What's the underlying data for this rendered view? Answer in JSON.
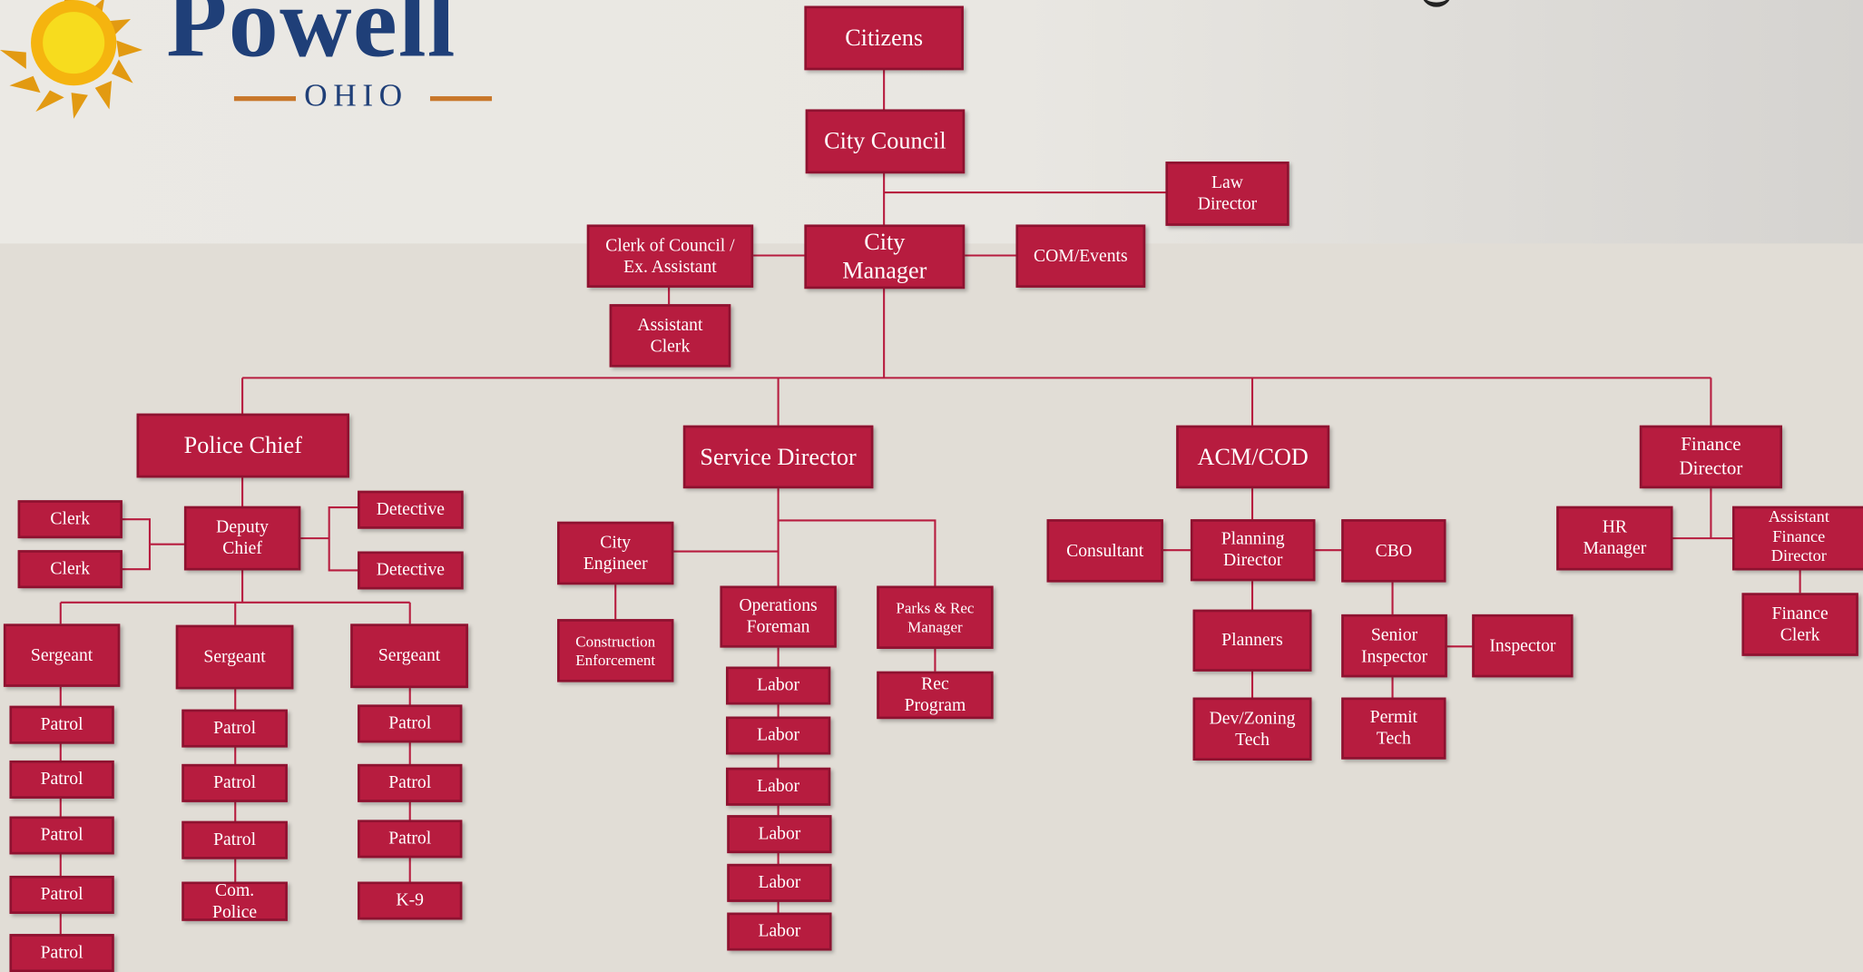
{
  "logo": {
    "name": "Powell",
    "sub": "OHIO",
    "colors": {
      "word": "#1f3f78",
      "rule": "#c8772a",
      "sun": "#f2c200"
    },
    "icon": "sun-icon"
  },
  "colors": {
    "box": "#b71c3f",
    "line": "#b71c3f",
    "text": "#ffffff"
  },
  "nodes": {
    "citizens": "Citizens",
    "city_council": "City Council",
    "law_director": "Law\nDirector",
    "city_manager": "City\nManager",
    "clerk_of_council": "Clerk of Council /\nEx. Assistant",
    "assistant_clerk": "Assistant\nClerk",
    "com_events": "COM/Events",
    "police_chief": "Police Chief",
    "service_director": "Service Director",
    "acm_cod": "ACM/COD",
    "finance_director": "Finance\nDirector",
    "clerk_1": "Clerk",
    "clerk_2": "Clerk",
    "deputy_chief": "Deputy\nChief",
    "detective_1": "Detective",
    "detective_2": "Detective",
    "sergeant_1": "Sergeant",
    "sergeant_2": "Sergeant",
    "sergeant_3": "Sergeant",
    "patrol_1_1": "Patrol",
    "patrol_1_2": "Patrol",
    "patrol_1_3": "Patrol",
    "patrol_1_4": "Patrol",
    "patrol_1_5": "Patrol",
    "patrol_2_1": "Patrol",
    "patrol_2_2": "Patrol",
    "patrol_2_3": "Patrol",
    "com_police": "Com.\nPolice",
    "patrol_3_1": "Patrol",
    "patrol_3_2": "Patrol",
    "patrol_3_3": "Patrol",
    "k9": "K-9",
    "city_engineer": "City\nEngineer",
    "construction_enforcement": "Construction\nEnforcement",
    "operations_foreman": "Operations\nForeman",
    "labor_1": "Labor",
    "labor_2": "Labor",
    "labor_3": "Labor",
    "labor_4": "Labor",
    "labor_5": "Labor",
    "labor_6": "Labor",
    "parks_rec_manager": "Parks & Rec\nManager",
    "rec_program": "Rec\nProgram",
    "consultant": "Consultant",
    "planning_director": "Planning\nDirector",
    "cbo": "CBO",
    "planners": "Planners",
    "dev_zoning_tech": "Dev/Zoning\nTech",
    "senior_inspector": "Senior\nInspector",
    "inspector": "Inspector",
    "permit_tech": "Permit\nTech",
    "hr_manager": "HR\nManager",
    "assistant_finance_director": "Assistant\nFinance\nDirector",
    "finance_clerk": "Finance\nClerk"
  }
}
